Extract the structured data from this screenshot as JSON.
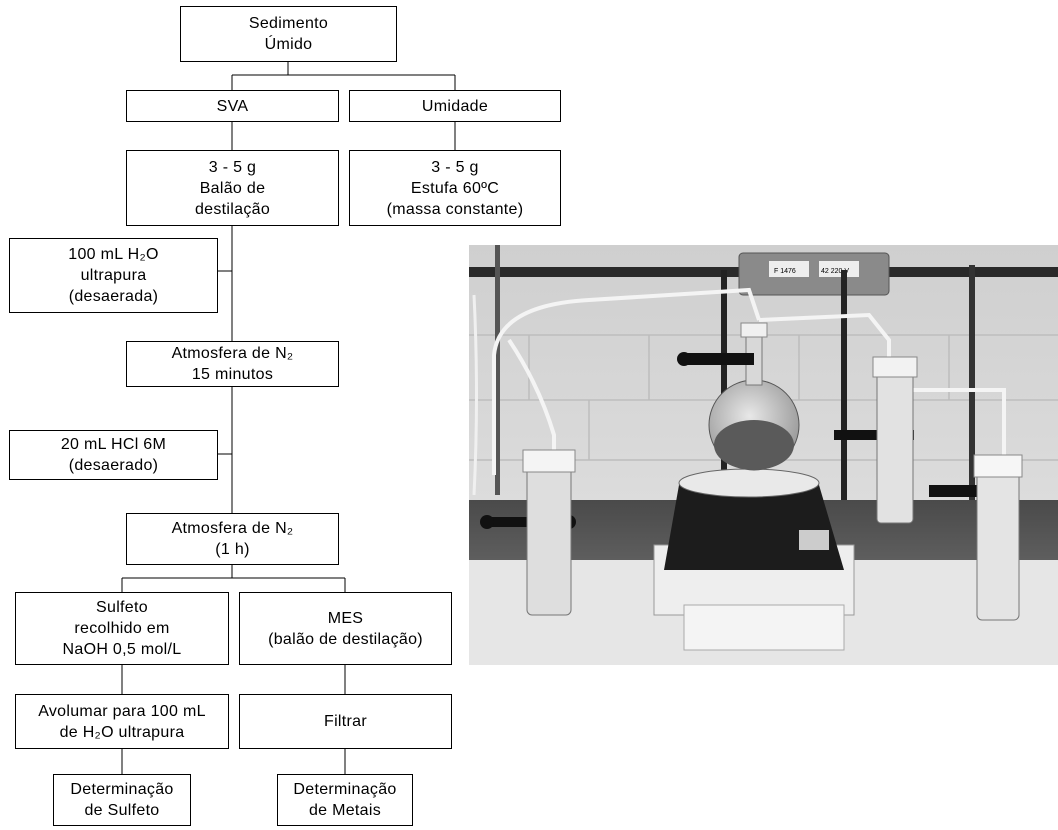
{
  "flowchart": {
    "sediment": "Sedimento\nÚmido",
    "sva": "SVA",
    "umidade": "Umidade",
    "sva_mass": "3 - 5 g\nBalão de\ndestilação",
    "umidade_mass": "3 - 5 g\nEstufa 60ºC\n(massa constante)",
    "water": "100 mL H₂O\nultrapura\n(desaerada)",
    "n2_15": "Atmosfera de N₂\n15 minutos",
    "hcl": "20 mL HCl 6M\n(desaerado)",
    "n2_1h": "Atmosfera de N₂\n(1 h)",
    "sulfeto": "Sulfeto\nrecolhido em\nNaOH 0,5 mol/L",
    "mes": "MES\n(balão de destilação)",
    "avolumar": "Avolumar para 100 mL\nde H₂O ultrapura",
    "filtrar": "Filtrar",
    "det_sulfeto": "Determinação\nde Sulfeto",
    "det_metais": "Determinação\nde Metais"
  },
  "photo": {
    "label1": "F 1476",
    "label2": "42 220 V"
  }
}
